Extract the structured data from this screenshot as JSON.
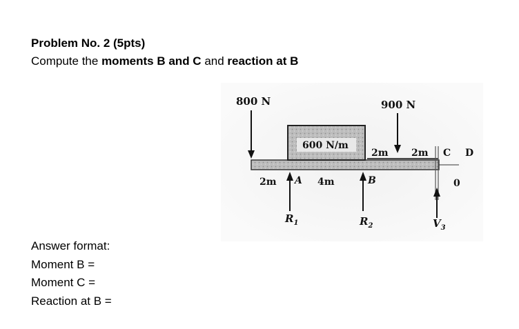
{
  "problem": {
    "title": "Problem No. 2 (5pts)",
    "instruction_prefix": "Compute the ",
    "instruction_bold1": "moments B and C",
    "instruction_mid": " and ",
    "instruction_bold2": "reaction at B"
  },
  "figure": {
    "load_left": "800 N",
    "load_right": "900 N",
    "distributed_load": "600 N/m",
    "dim_left": "2m",
    "dim_ab": "4m",
    "dim_b_load": "2m",
    "dim_load_c": "2m",
    "point_a": "A",
    "point_b": "B",
    "point_c": "C",
    "point_d": "D",
    "reaction_1_base": "R",
    "reaction_1_sub": "1",
    "reaction_2_base": "R",
    "reaction_2_sub": "2",
    "reaction_3_base": "V",
    "reaction_3_sub": "3",
    "zero_label": "0"
  },
  "answer_format": {
    "heading": "Answer format:",
    "lines": [
      "Moment B =",
      "Moment C =",
      "Reaction at B ="
    ]
  }
}
